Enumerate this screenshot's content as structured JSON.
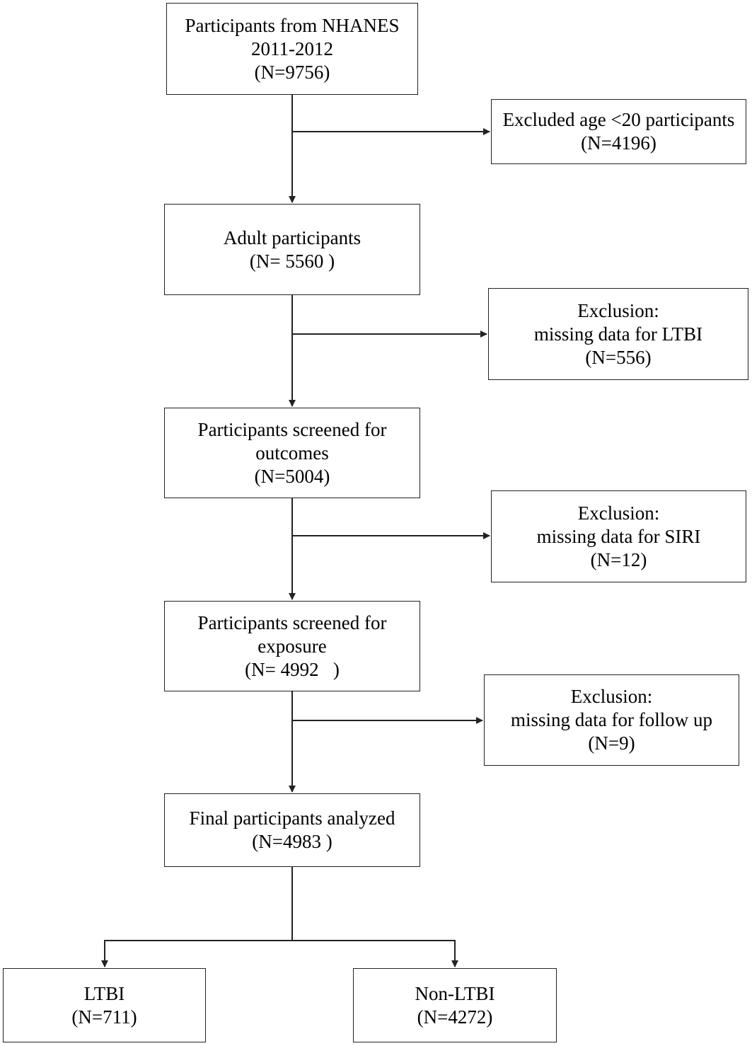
{
  "flowchart": {
    "main": [
      {
        "id": "nhanes",
        "lines": [
          "Participants from NHANES",
          "2011-2012",
          "(N=9756)"
        ]
      },
      {
        "id": "adult",
        "lines": [
          "Adult participants",
          "(N= 5560 )"
        ]
      },
      {
        "id": "outcomes",
        "lines": [
          "Participants screened for",
          "outcomes",
          "(N=5004)"
        ]
      },
      {
        "id": "exposure",
        "lines": [
          "Participants screened for",
          "exposure",
          "(N= 4992   )"
        ]
      },
      {
        "id": "final",
        "lines": [
          "Final participants analyzed",
          "(N=4983 )"
        ]
      }
    ],
    "exclusions": [
      {
        "id": "age",
        "lines": [
          "Excluded age <20 participants",
          "(N=4196)"
        ]
      },
      {
        "id": "ltbi",
        "lines": [
          "Exclusion:",
          "missing data for LTBI",
          "(N=556)"
        ]
      },
      {
        "id": "siri",
        "lines": [
          "Exclusion:",
          "missing data for SIRI",
          "(N=12)"
        ]
      },
      {
        "id": "followup",
        "lines": [
          "Exclusion:",
          "missing data for follow up",
          "(N=9)"
        ]
      }
    ],
    "groups": [
      {
        "id": "ltbi-group",
        "lines": [
          "LTBI",
          "(N=711)"
        ]
      },
      {
        "id": "non-ltbi-group",
        "lines": [
          "Non-LTBI",
          "(N=4272)"
        ]
      }
    ]
  }
}
